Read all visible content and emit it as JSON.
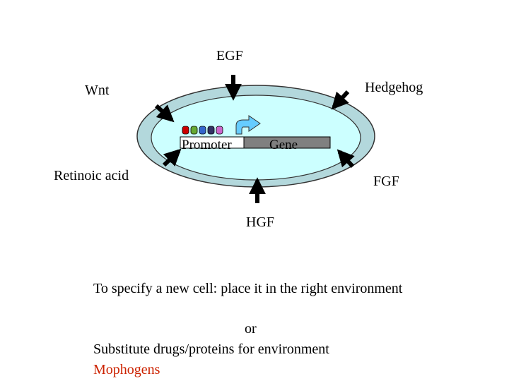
{
  "signals": {
    "egf": "EGF",
    "wnt": "Wnt",
    "hedgehog": "Hedgehog",
    "retinoic_acid": "Retinoic acid",
    "fgf": "FGF",
    "hgf": "HGF"
  },
  "cell": {
    "promoter_label": "Promoter",
    "gene_label": "Gene",
    "outer_color": "#b3d8dc",
    "inner_color": "#ccffff",
    "gene_bar_color": "#808080",
    "arrow_color": "#66ccff",
    "promoter_beads": [
      "#cc0000",
      "#66aa33",
      "#3366cc",
      "#333366",
      "#cc66cc"
    ]
  },
  "text": {
    "line1": "To specify a new cell: place it in the right environment",
    "line2": "or",
    "line3": "Substitute drugs/proteins for environment",
    "line4": "Mophogens",
    "line4_color": "#cc2200"
  }
}
